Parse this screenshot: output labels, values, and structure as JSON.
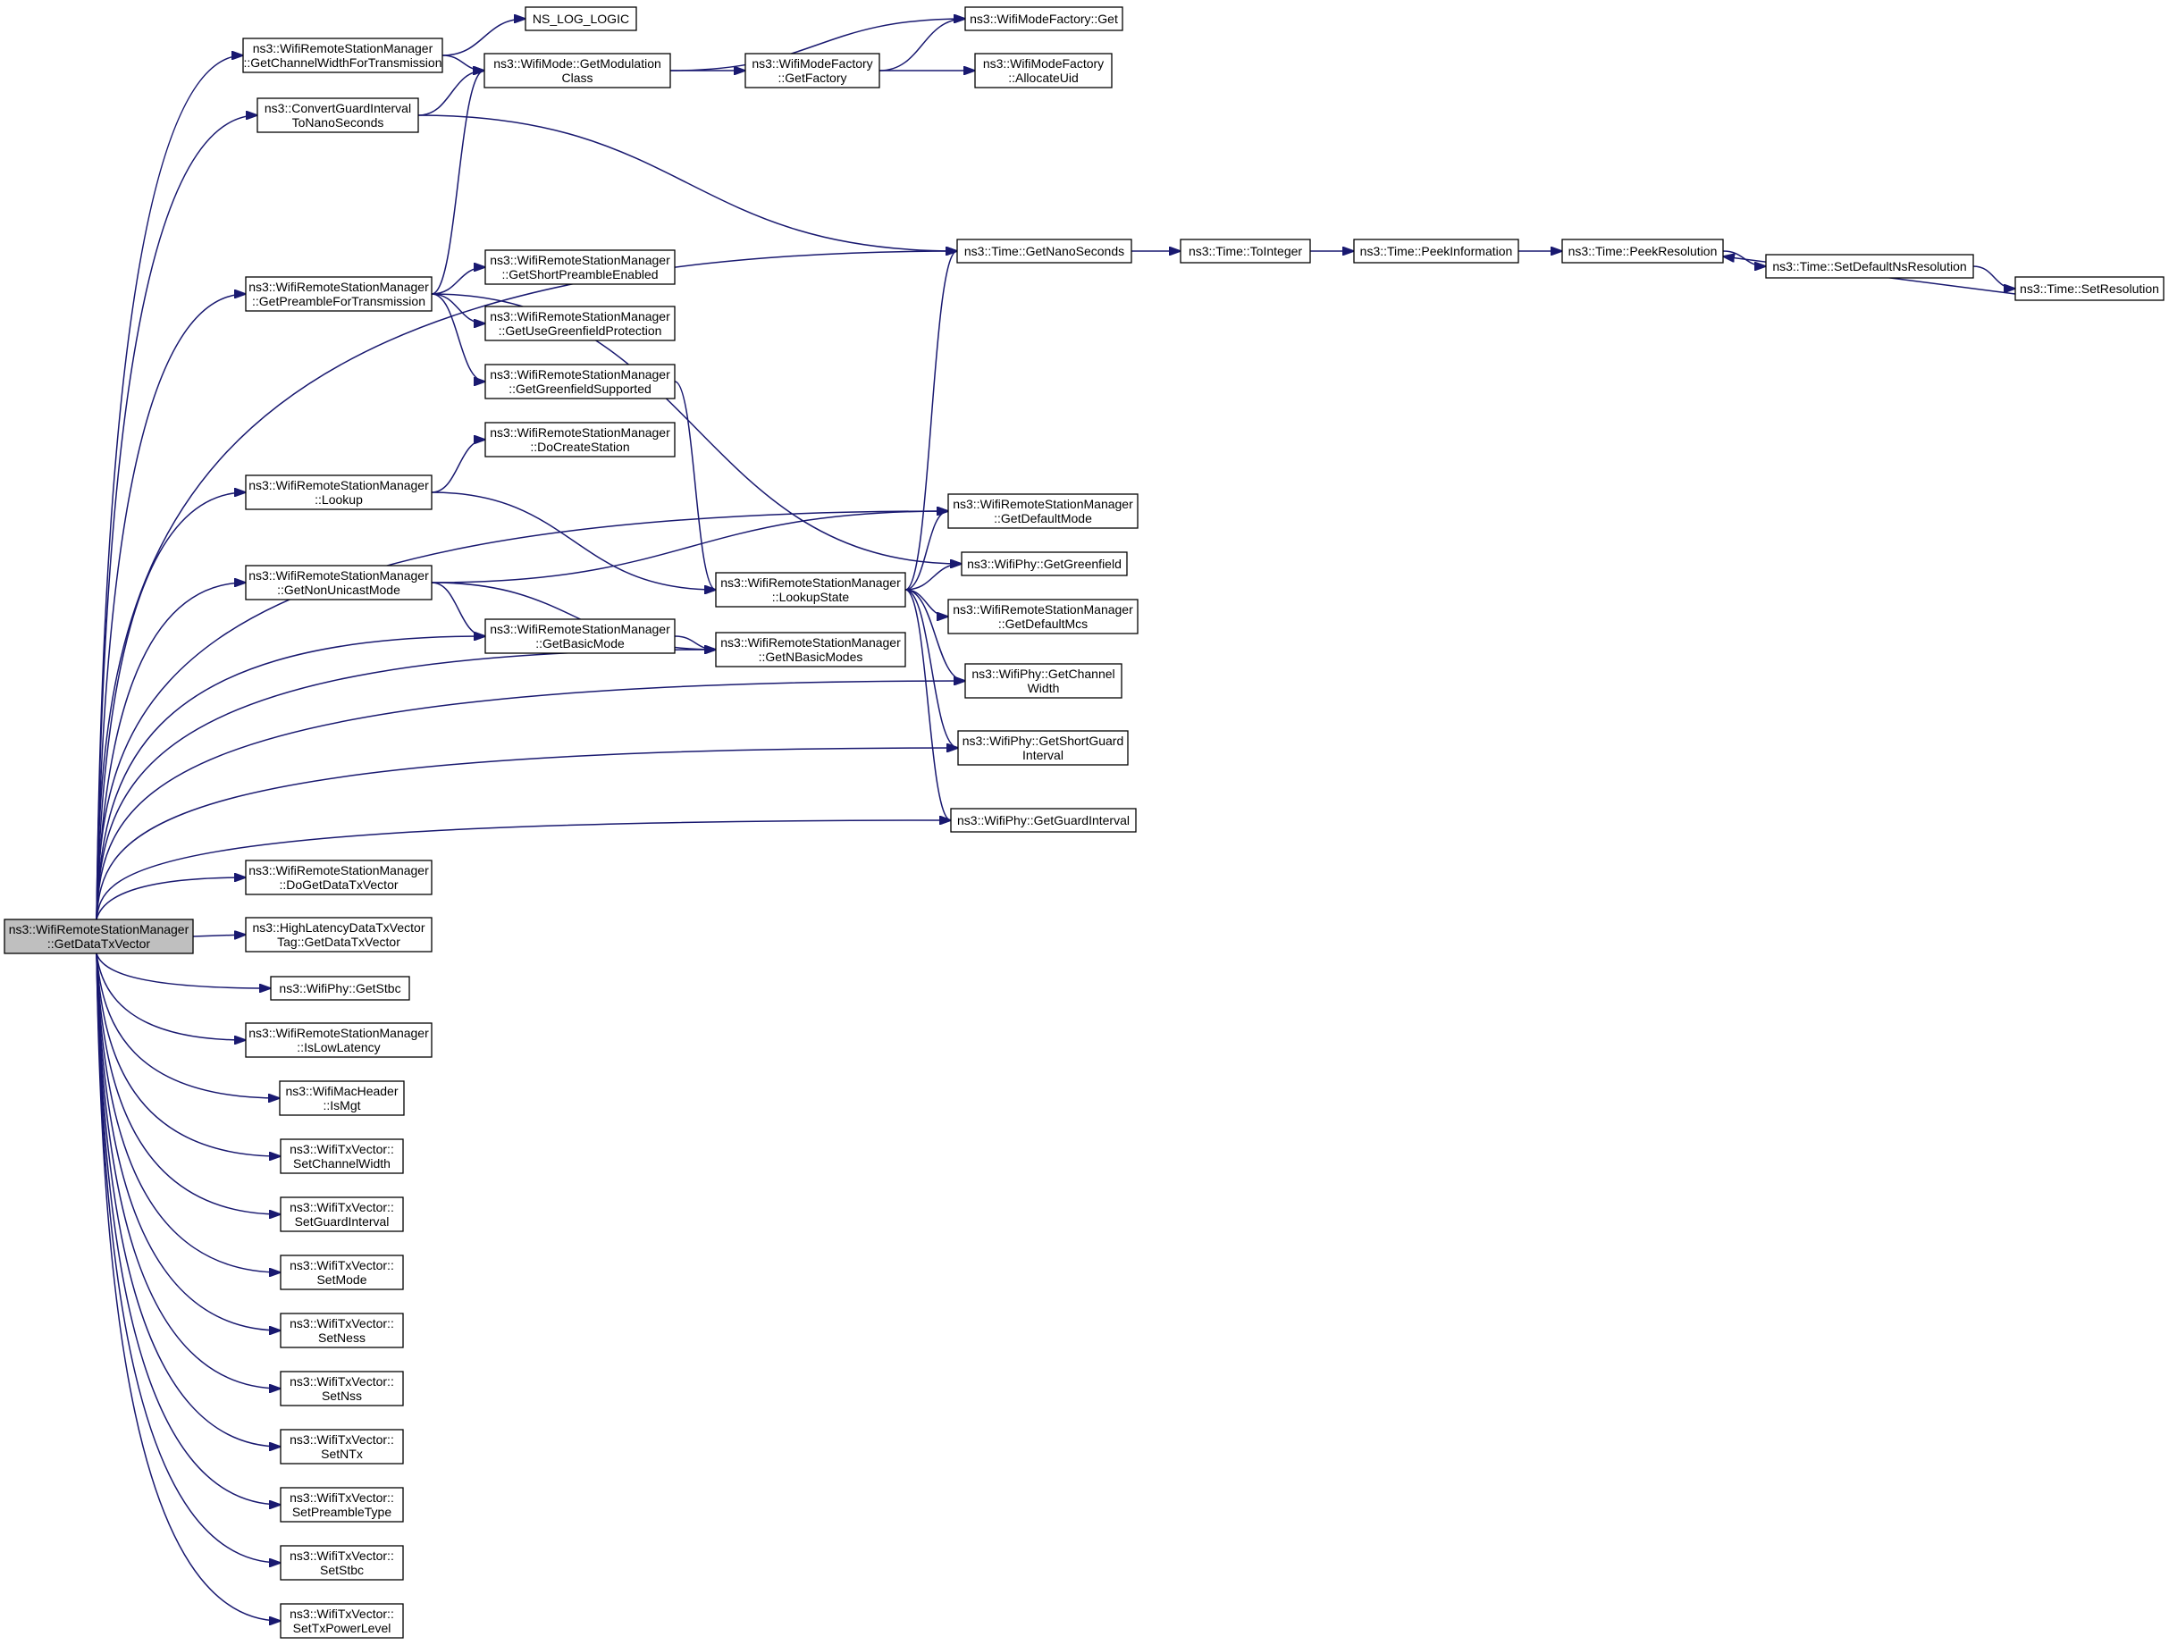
{
  "colors": {
    "edge": "#191970",
    "node_fill": "#ffffff",
    "node_stroke": "#000000",
    "root_fill": "#bfbfbf"
  },
  "root": "n_getdatatxvector",
  "nodes": [
    {
      "id": "n_getdatatxvector",
      "lines": [
        "ns3::WifiRemoteStationManager",
        "::GetDataTxVector"
      ]
    },
    {
      "id": "n_getchannelwidthfortx",
      "lines": [
        "ns3::WifiRemoteStationManager",
        "::GetChannelWidthForTransmission"
      ]
    },
    {
      "id": "n_ns_log_logic",
      "lines": [
        "NS_LOG_LOGIC"
      ]
    },
    {
      "id": "n_getmodulationclass",
      "lines": [
        "ns3::WifiMode::GetModulation",
        "Class"
      ]
    },
    {
      "id": "n_wmf_get",
      "lines": [
        "ns3::WifiModeFactory::Get"
      ]
    },
    {
      "id": "n_wmf_getfactory",
      "lines": [
        "ns3::WifiModeFactory",
        "::GetFactory"
      ]
    },
    {
      "id": "n_wmf_allocateuid",
      "lines": [
        "ns3::WifiModeFactory",
        "::AllocateUid"
      ]
    },
    {
      "id": "n_convertguardinterval",
      "lines": [
        "ns3::ConvertGuardInterval",
        "ToNanoSeconds"
      ]
    },
    {
      "id": "n_getpreamblefortx",
      "lines": [
        "ns3::WifiRemoteStationManager",
        "::GetPreambleForTransmission"
      ]
    },
    {
      "id": "n_getshortpreamble",
      "lines": [
        "ns3::WifiRemoteStationManager",
        "::GetShortPreambleEnabled"
      ]
    },
    {
      "id": "n_getusegreenfield",
      "lines": [
        "ns3::WifiRemoteStationManager",
        "::GetUseGreenfieldProtection"
      ]
    },
    {
      "id": "n_getgreenfieldsupported",
      "lines": [
        "ns3::WifiRemoteStationManager",
        "::GetGreenfieldSupported"
      ]
    },
    {
      "id": "n_time_getnanoseconds",
      "lines": [
        "ns3::Time::GetNanoSeconds"
      ]
    },
    {
      "id": "n_time_tointeger",
      "lines": [
        "ns3::Time::ToInteger"
      ]
    },
    {
      "id": "n_time_peekinformation",
      "lines": [
        "ns3::Time::PeekInformation"
      ]
    },
    {
      "id": "n_time_peekresolution",
      "lines": [
        "ns3::Time::PeekResolution"
      ]
    },
    {
      "id": "n_time_setdefaultns",
      "lines": [
        "ns3::Time::SetDefaultNsResolution"
      ]
    },
    {
      "id": "n_time_setresolution",
      "lines": [
        "ns3::Time::SetResolution"
      ]
    },
    {
      "id": "n_docreatestation",
      "lines": [
        "ns3::WifiRemoteStationManager",
        "::DoCreateStation"
      ]
    },
    {
      "id": "n_lookup",
      "lines": [
        "ns3::WifiRemoteStationManager",
        "::Lookup"
      ]
    },
    {
      "id": "n_getdefaultmode",
      "lines": [
        "ns3::WifiRemoteStationManager",
        "::GetDefaultMode"
      ]
    },
    {
      "id": "n_getnonunicastmode",
      "lines": [
        "ns3::WifiRemoteStationManager",
        "::GetNonUnicastMode"
      ]
    },
    {
      "id": "n_lookupstate",
      "lines": [
        "ns3::WifiRemoteStationManager",
        "::LookupState"
      ]
    },
    {
      "id": "n_phy_getgreenfield",
      "lines": [
        "ns3::WifiPhy::GetGreenfield"
      ]
    },
    {
      "id": "n_getdefaultmcs",
      "lines": [
        "ns3::WifiRemoteStationManager",
        "::GetDefaultMcs"
      ]
    },
    {
      "id": "n_getbasicmode",
      "lines": [
        "ns3::WifiRemoteStationManager",
        "::GetBasicMode"
      ]
    },
    {
      "id": "n_getnbasicmodes",
      "lines": [
        "ns3::WifiRemoteStationManager",
        "::GetNBasicModes"
      ]
    },
    {
      "id": "n_phy_getchannelwidth",
      "lines": [
        "ns3::WifiPhy::GetChannel",
        "Width"
      ]
    },
    {
      "id": "n_phy_getshortguard",
      "lines": [
        "ns3::WifiPhy::GetShortGuard",
        "Interval"
      ]
    },
    {
      "id": "n_phy_getguardinterval",
      "lines": [
        "ns3::WifiPhy::GetGuardInterval"
      ]
    },
    {
      "id": "n_dogetdatatxvector",
      "lines": [
        "ns3::WifiRemoteStationManager",
        "::DoGetDataTxVector"
      ]
    },
    {
      "id": "n_highlatency",
      "lines": [
        "ns3::HighLatencyDataTxVector",
        "Tag::GetDataTxVector"
      ]
    },
    {
      "id": "n_phy_getstbc",
      "lines": [
        "ns3::WifiPhy::GetStbc"
      ]
    },
    {
      "id": "n_islowlatency",
      "lines": [
        "ns3::WifiRemoteStationManager",
        "::IsLowLatency"
      ]
    },
    {
      "id": "n_ismgt",
      "lines": [
        "ns3::WifiMacHeader",
        "::IsMgt"
      ]
    },
    {
      "id": "n_tx_setchannelwidth",
      "lines": [
        "ns3::WifiTxVector::",
        "SetChannelWidth"
      ]
    },
    {
      "id": "n_tx_setguardinterval",
      "lines": [
        "ns3::WifiTxVector::",
        "SetGuardInterval"
      ]
    },
    {
      "id": "n_tx_setmode",
      "lines": [
        "ns3::WifiTxVector::",
        "SetMode"
      ]
    },
    {
      "id": "n_tx_setness",
      "lines": [
        "ns3::WifiTxVector::",
        "SetNess"
      ]
    },
    {
      "id": "n_tx_setnss",
      "lines": [
        "ns3::WifiTxVector::",
        "SetNss"
      ]
    },
    {
      "id": "n_tx_setntx",
      "lines": [
        "ns3::WifiTxVector::",
        "SetNTx"
      ]
    },
    {
      "id": "n_tx_setpreambletype",
      "lines": [
        "ns3::WifiTxVector::",
        "SetPreambleType"
      ]
    },
    {
      "id": "n_tx_setstbc",
      "lines": [
        "ns3::WifiTxVector::",
        "SetStbc"
      ]
    },
    {
      "id": "n_tx_settxpowerlevel",
      "lines": [
        "ns3::WifiTxVector::",
        "SetTxPowerLevel"
      ]
    }
  ],
  "edges": [
    [
      "n_getdatatxvector",
      "n_getchannelwidthfortx"
    ],
    [
      "n_getdatatxvector",
      "n_convertguardinterval"
    ],
    [
      "n_getdatatxvector",
      "n_time_getnanoseconds"
    ],
    [
      "n_getdatatxvector",
      "n_getdefaultmode"
    ],
    [
      "n_getdatatxvector",
      "n_getpreamblefortx"
    ],
    [
      "n_getdatatxvector",
      "n_lookup"
    ],
    [
      "n_getdatatxvector",
      "n_getnonunicastmode"
    ],
    [
      "n_getdatatxvector",
      "n_getbasicmode"
    ],
    [
      "n_getdatatxvector",
      "n_getnbasicmodes"
    ],
    [
      "n_getdatatxvector",
      "n_phy_getchannelwidth"
    ],
    [
      "n_getdatatxvector",
      "n_phy_getshortguard"
    ],
    [
      "n_getdatatxvector",
      "n_phy_getguardinterval"
    ],
    [
      "n_getdatatxvector",
      "n_dogetdatatxvector"
    ],
    [
      "n_getdatatxvector",
      "n_highlatency"
    ],
    [
      "n_getdatatxvector",
      "n_phy_getstbc"
    ],
    [
      "n_getdatatxvector",
      "n_islowlatency"
    ],
    [
      "n_getdatatxvector",
      "n_ismgt"
    ],
    [
      "n_getdatatxvector",
      "n_tx_setchannelwidth"
    ],
    [
      "n_getdatatxvector",
      "n_tx_setguardinterval"
    ],
    [
      "n_getdatatxvector",
      "n_tx_setmode"
    ],
    [
      "n_getdatatxvector",
      "n_tx_setness"
    ],
    [
      "n_getdatatxvector",
      "n_tx_setnss"
    ],
    [
      "n_getdatatxvector",
      "n_tx_setntx"
    ],
    [
      "n_getdatatxvector",
      "n_tx_setpreambletype"
    ],
    [
      "n_getdatatxvector",
      "n_tx_setstbc"
    ],
    [
      "n_getdatatxvector",
      "n_tx_settxpowerlevel"
    ],
    [
      "n_getchannelwidthfortx",
      "n_ns_log_logic"
    ],
    [
      "n_getchannelwidthfortx",
      "n_getmodulationclass"
    ],
    [
      "n_getmodulationclass",
      "n_wmf_get"
    ],
    [
      "n_getmodulationclass",
      "n_wmf_getfactory"
    ],
    [
      "n_wmf_getfactory",
      "n_wmf_get"
    ],
    [
      "n_wmf_getfactory",
      "n_wmf_allocateuid"
    ],
    [
      "n_convertguardinterval",
      "n_getmodulationclass"
    ],
    [
      "n_convertguardinterval",
      "n_time_getnanoseconds"
    ],
    [
      "n_getpreamblefortx",
      "n_getmodulationclass"
    ],
    [
      "n_getpreamblefortx",
      "n_phy_getgreenfield"
    ],
    [
      "n_getpreamblefortx",
      "n_getshortpreamble"
    ],
    [
      "n_getpreamblefortx",
      "n_getusegreenfield"
    ],
    [
      "n_getpreamblefortx",
      "n_getgreenfieldsupported"
    ],
    [
      "n_getgreenfieldsupported",
      "n_lookupstate"
    ],
    [
      "n_time_getnanoseconds",
      "n_time_tointeger"
    ],
    [
      "n_time_tointeger",
      "n_time_peekinformation"
    ],
    [
      "n_time_peekinformation",
      "n_time_peekresolution"
    ],
    [
      "n_time_peekresolution",
      "n_time_setdefaultns"
    ],
    [
      "n_time_setdefaultns",
      "n_time_setresolution"
    ],
    [
      "n_time_setresolution",
      "n_time_peekresolution"
    ],
    [
      "n_lookup",
      "n_docreatestation"
    ],
    [
      "n_lookup",
      "n_lookupstate"
    ],
    [
      "n_lookupstate",
      "n_time_getnanoseconds"
    ],
    [
      "n_lookupstate",
      "n_getdefaultmode"
    ],
    [
      "n_lookupstate",
      "n_phy_getgreenfield"
    ],
    [
      "n_lookupstate",
      "n_getdefaultmcs"
    ],
    [
      "n_lookupstate",
      "n_phy_getchannelwidth"
    ],
    [
      "n_lookupstate",
      "n_phy_getshortguard"
    ],
    [
      "n_lookupstate",
      "n_phy_getguardinterval"
    ],
    [
      "n_getnonunicastmode",
      "n_getdefaultmode"
    ],
    [
      "n_getnonunicastmode",
      "n_getbasicmode"
    ],
    [
      "n_getnonunicastmode",
      "n_getnbasicmodes"
    ],
    [
      "n_getbasicmode",
      "n_getnbasicmodes"
    ]
  ]
}
